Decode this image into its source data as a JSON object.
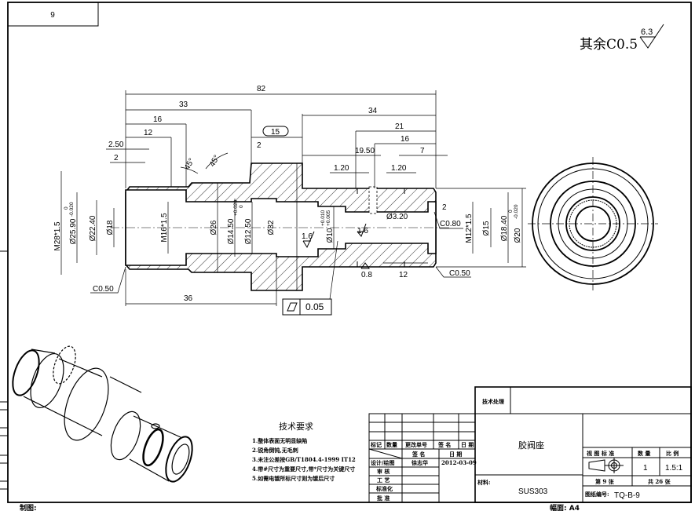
{
  "sheet_number_box": "9",
  "general_note": {
    "text": "其余C0.5",
    "roughness": "6.3"
  },
  "dimensions": {
    "overall_length": "82",
    "d33": "33",
    "d16_left": "16",
    "d12_left": "12",
    "d15_boxed": "15",
    "d2_mid": "2",
    "d2_50": "2.50",
    "d2_left": "2",
    "angle1": "45°",
    "angle2": "45°",
    "d34": "34",
    "d21": "21",
    "d16_right": "16",
    "d19_50": "19.50",
    "d7": "7",
    "groove1": "1.20",
    "groove2": "1.20",
    "hole": "Ø3.20",
    "d2_right": "2",
    "chamfer_c080": "C0.80",
    "chamfer_left": "C0.50",
    "chamfer_right": "C0.50",
    "d36": "36",
    "d12_right": "12",
    "rough_08": "0.8",
    "rough_16a": "1.6",
    "rough_16b": "1.6",
    "flatness": "0.05"
  },
  "diameters": {
    "m28": "M28*1.5",
    "d25_90": "Ø25.90",
    "d25_90_tol_up": "0",
    "d25_90_tol_low": "-0.020",
    "d22_40": "Ø22.40",
    "d18": "Ø18",
    "m16": "M16*1.5",
    "d26": "Ø26",
    "d14_50": "Ø14.50",
    "d14_50_tol_up": "+0.020",
    "d14_50_tol_low": "0",
    "d12_50": "Ø12.50",
    "d32": "Ø32",
    "d10": "Ø10",
    "d10_tol_up": "+0.010",
    "d10_tol_low": "+0.005",
    "m12": "M12*1.5",
    "d15": "Ø15",
    "d18_40": "Ø18.40",
    "d20": "Ø20",
    "d20_tol_up": "0",
    "d20_tol_low": "-0.020"
  },
  "tech_requirements": {
    "title": "技术要求",
    "items": [
      "1.整体表面无明显缺陷",
      "2.锐角倒钝,无毛刺",
      "3.未注公差按GB/T1804.4-1999  IT12",
      "4.带#尺寸为重要尺寸,带*尺寸为关键尺寸",
      "5.如需电镀所标尺寸则为镀后尺寸"
    ]
  },
  "title_block": {
    "tech_processing": "技术处理",
    "rev_headers": [
      "标记",
      "数量",
      "更改单号",
      "签 名",
      "日 期"
    ],
    "sign_header": "签 名",
    "date_header": "日 期",
    "design_label": "设计/绘图",
    "designer": "徐志华",
    "design_date": "2012-03-09",
    "review": "审 核",
    "process": "工 艺",
    "standardization": "标准化",
    "approve": "批 准",
    "part_name": "胶阀座",
    "material_label": "材料:",
    "material": "SUS303",
    "view_standard": "视 图 标 准",
    "quantity_label": "数 量",
    "scale_label": "比 例",
    "quantity": "1",
    "scale": "1.5:1",
    "sheet": "第  9  张",
    "total": "共  26  张",
    "drawing_no_label": "图纸编号:",
    "drawing_no": "TQ-B-9"
  },
  "footer": {
    "drafter": "制图:",
    "paper_size": "幅面: A4"
  }
}
